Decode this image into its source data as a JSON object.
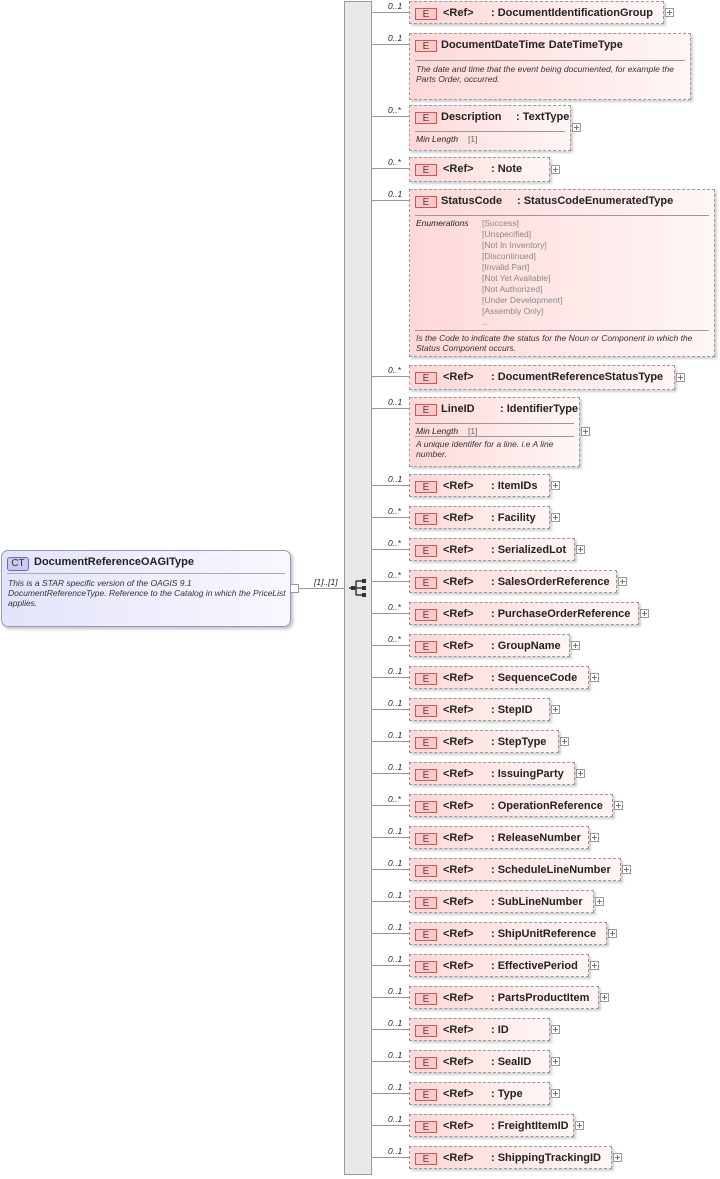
{
  "complex_type": {
    "badge": "CT",
    "name": "DocumentReferenceOAGIType",
    "documentation": "This is a STAR specific version of the OAGIS 9.1 DocumentReferenceType. Reference to the Catalog in which the PriceList applies."
  },
  "sequence": {
    "multiplicity": "[1]..[1]"
  },
  "element_badge": "E",
  "ref_label": "<Ref>",
  "elements": [
    {
      "mult": "0..1",
      "ref": true,
      "name": ": DocumentIdentificationGroup"
    },
    {
      "mult": "0..1",
      "ref": false,
      "name": "DocumentDateTime",
      "type": ": DateTimeType",
      "doc": "The date and time that the event being documented, for example the Parts Order, occurred."
    },
    {
      "mult": "0..*",
      "ref": false,
      "name": "Description",
      "type": ": TextType",
      "facet_label": "Min Length",
      "facet_value": "[1]"
    },
    {
      "mult": "0..*",
      "ref": true,
      "name": ": Note"
    },
    {
      "mult": "0..1",
      "ref": false,
      "name": "StatusCode",
      "type": ": StatusCodeEnumeratedType",
      "facet_label": "Enumerations",
      "enumerations": [
        "[Success]",
        "[Unspecified]",
        "[Not In Inventory]",
        "[Discontinued]",
        "[Invalid Part]",
        "[Not Yet Available]",
        "[Not Authorized]",
        "[Under Development]",
        "[Assembly Only]",
        "..."
      ],
      "doc": "Is the Code to indicate the status for the Noun or Component in which the Status Component occurs."
    },
    {
      "mult": "0..*",
      "ref": true,
      "name": ": DocumentReferenceStatusType"
    },
    {
      "mult": "0..1",
      "ref": false,
      "name": "LineID",
      "type": ": IdentifierType",
      "facet_label": "Min Length",
      "facet_value": "[1]",
      "doc": "A unique identifer for a line. i.e A line number."
    },
    {
      "mult": "0..1",
      "ref": true,
      "name": ": ItemIDs"
    },
    {
      "mult": "0..*",
      "ref": true,
      "name": ": Facility"
    },
    {
      "mult": "0..*",
      "ref": true,
      "name": ": SerializedLot"
    },
    {
      "mult": "0..*",
      "ref": true,
      "name": ": SalesOrderReference"
    },
    {
      "mult": "0..*",
      "ref": true,
      "name": ": PurchaseOrderReference"
    },
    {
      "mult": "0..*",
      "ref": true,
      "name": ": GroupName"
    },
    {
      "mult": "0..1",
      "ref": true,
      "name": ": SequenceCode"
    },
    {
      "mult": "0..1",
      "ref": true,
      "name": ": StepID"
    },
    {
      "mult": "0..1",
      "ref": true,
      "name": ": StepType"
    },
    {
      "mult": "0..1",
      "ref": true,
      "name": ": IssuingParty"
    },
    {
      "mult": "0..*",
      "ref": true,
      "name": ": OperationReference"
    },
    {
      "mult": "0..1",
      "ref": true,
      "name": ": ReleaseNumber"
    },
    {
      "mult": "0..1",
      "ref": true,
      "name": ": ScheduleLineNumber"
    },
    {
      "mult": "0..1",
      "ref": true,
      "name": ": SubLineNumber"
    },
    {
      "mult": "0..1",
      "ref": true,
      "name": ": ShipUnitReference"
    },
    {
      "mult": "0..1",
      "ref": true,
      "name": ": EffectivePeriod"
    },
    {
      "mult": "0..1",
      "ref": true,
      "name": ": PartsProductItem"
    },
    {
      "mult": "0..1",
      "ref": true,
      "name": ": ID"
    },
    {
      "mult": "0..1",
      "ref": true,
      "name": ": SealID"
    },
    {
      "mult": "0..1",
      "ref": true,
      "name": ": Type"
    },
    {
      "mult": "0..1",
      "ref": true,
      "name": ": FreightItemID"
    },
    {
      "mult": "0..1",
      "ref": true,
      "name": ": ShippingTrackingID"
    }
  ]
}
